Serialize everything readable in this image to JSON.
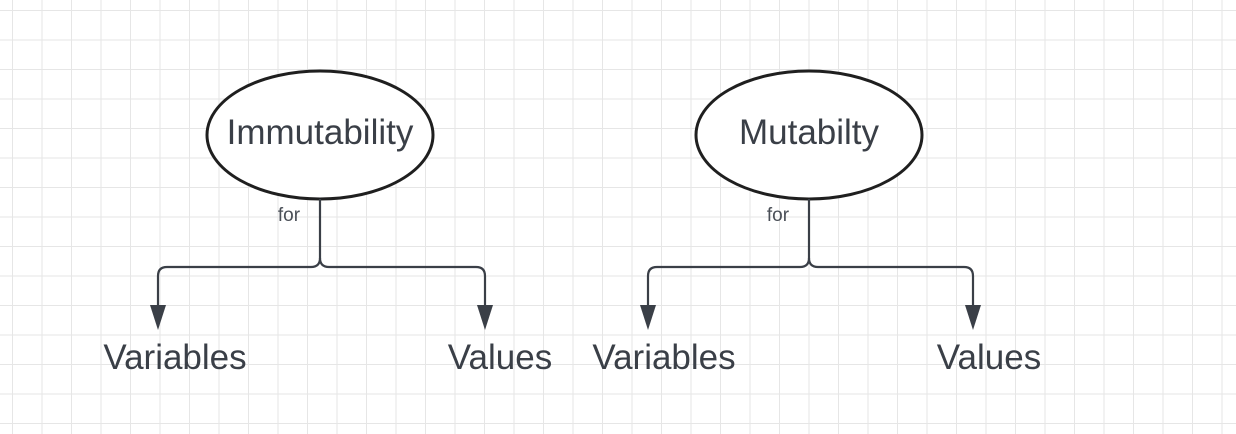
{
  "diagram": {
    "trees": [
      {
        "root": "Immutability",
        "edge_label": "for",
        "children": [
          "Variables",
          "Values"
        ]
      },
      {
        "root": "Mutabilty",
        "edge_label": "for",
        "children": [
          "Variables",
          "Values"
        ]
      }
    ]
  }
}
